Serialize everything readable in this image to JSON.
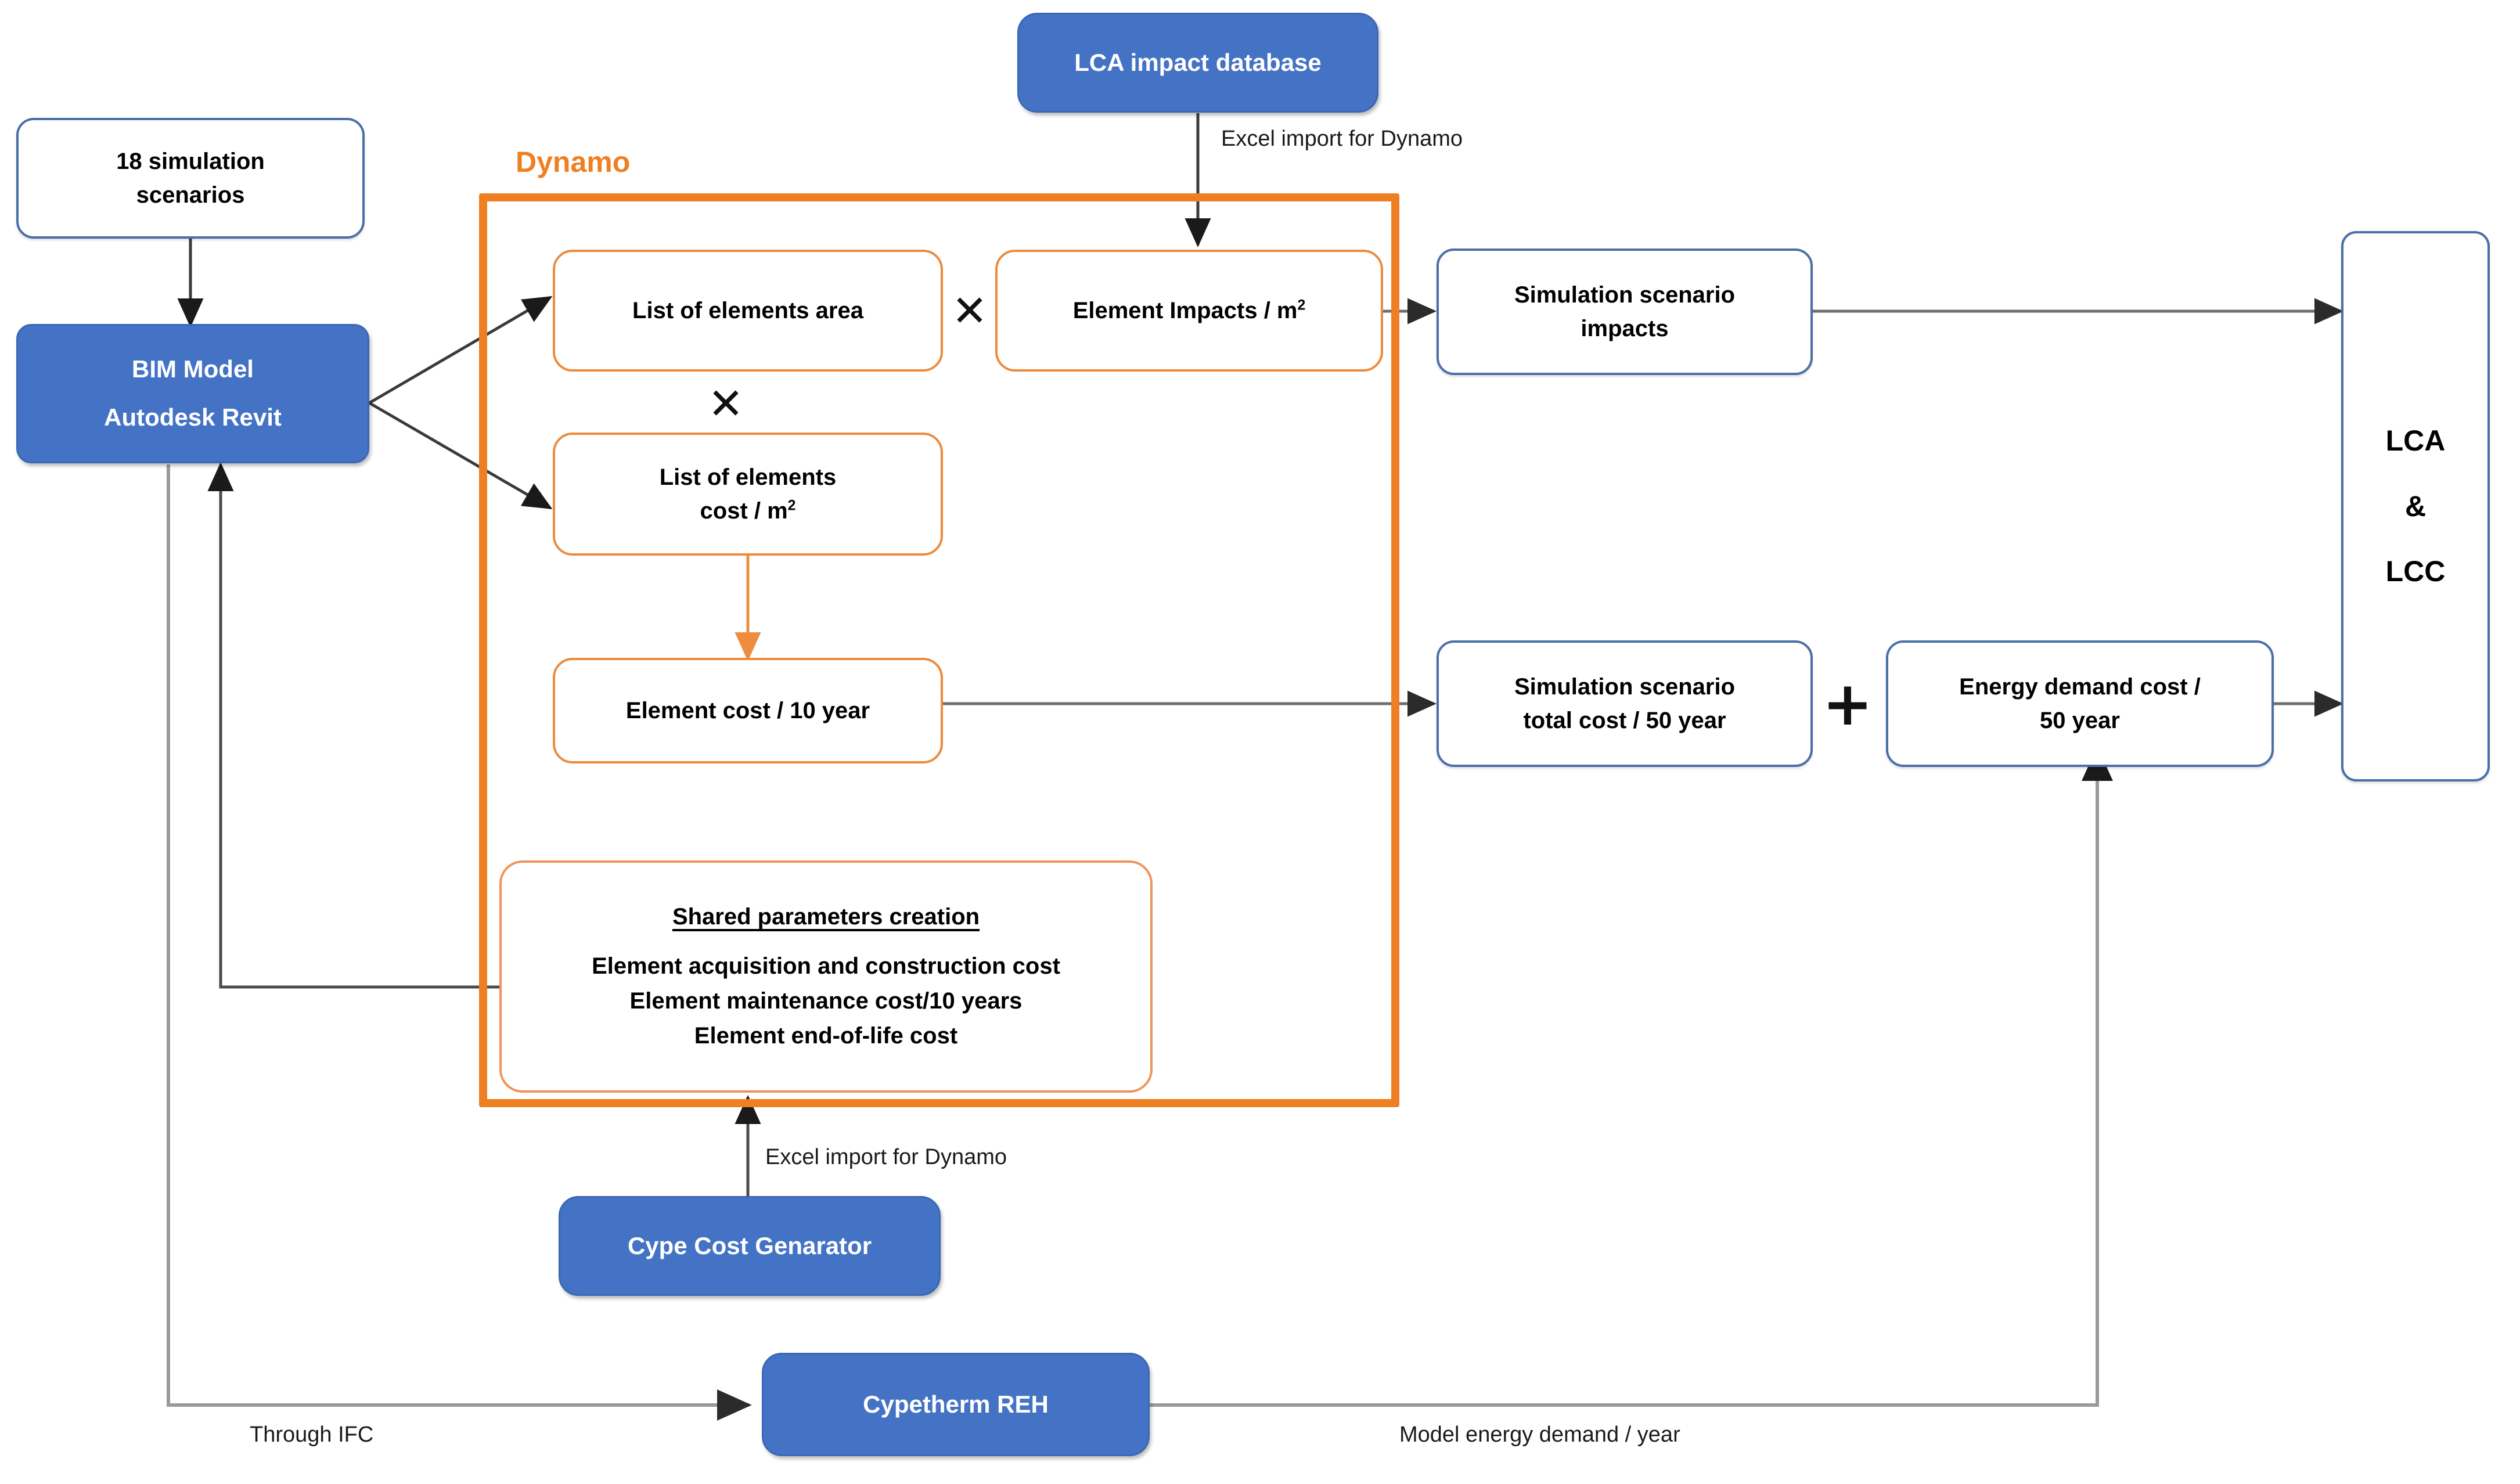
{
  "diagram": {
    "title_label": "Dynamo",
    "accent_orange": "#ef7f23",
    "accent_blue_fill": "#4473c5",
    "accent_blue_outline": "#4a6fa8"
  },
  "nodes": {
    "simulation_scenarios": {
      "line1": "18 simulation",
      "line2": "scenarios"
    },
    "bim_model": {
      "line1": "BIM Model",
      "line2": "Autodesk Revit"
    },
    "lca_impact_database": {
      "label": "LCA impact database"
    },
    "list_elements_area": {
      "label": "List of elements area"
    },
    "element_impacts": {
      "label": "Element Impacts / m",
      "sup": "2"
    },
    "list_elements_cost": {
      "line1": "List of elements",
      "line2_pre": "cost / m",
      "line2_sup": "2"
    },
    "element_cost_10y": {
      "label": "Element cost / 10 year"
    },
    "shared_parameters": {
      "title": "Shared parameters creation",
      "items": [
        "Element acquisition and construction cost",
        "Element maintenance cost/10 years",
        "Element end-of-life cost"
      ]
    },
    "simulation_scenario_impacts": {
      "line1": "Simulation scenario",
      "line2": "impacts"
    },
    "simulation_scenario_total_cost": {
      "line1": "Simulation scenario",
      "line2": "total cost / 50 year"
    },
    "energy_demand_cost": {
      "line1": "Energy demand cost /",
      "line2": "50 year"
    },
    "lca_lcc": {
      "line1": "LCA",
      "line2": "&",
      "line3": "LCC"
    },
    "cype_cost_generator": {
      "label": "Cype Cost Genarator"
    },
    "cypetherm_reh": {
      "label": "Cypetherm REH"
    }
  },
  "operators": {
    "multiply_top": "✕",
    "multiply_left": "✕",
    "plus": "+"
  },
  "edge_labels": {
    "excel_import_lca": "Excel import for Dynamo",
    "excel_import_cype": "Excel import for Dynamo",
    "through_ifc": "Through IFC",
    "model_energy_demand": "Model energy demand / year"
  }
}
